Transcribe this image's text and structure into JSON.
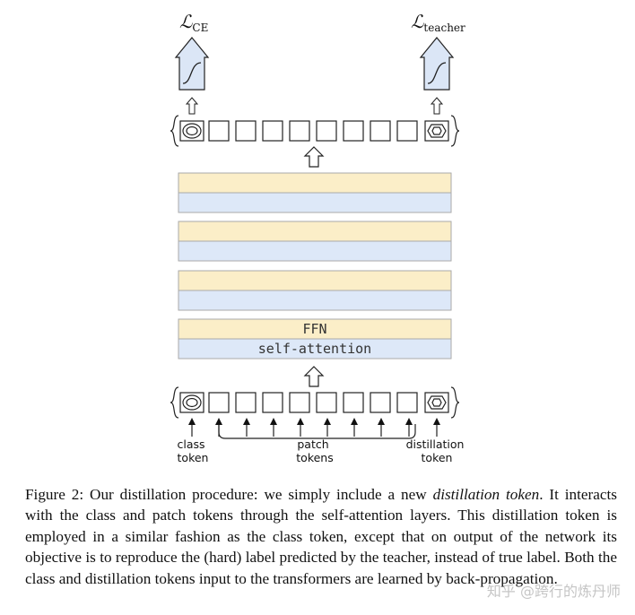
{
  "diagram": {
    "loss_ce": {
      "script": "ℒ",
      "subscript": "CE"
    },
    "loss_teacher": {
      "script": "ℒ",
      "subscript": "teacher"
    },
    "ffn_label": "FFN",
    "attention_label": "self-attention",
    "class_token_label": [
      "class",
      "token"
    ],
    "patch_tokens_label": [
      "patch",
      "tokens"
    ],
    "distillation_token_label": [
      "distillation",
      "token"
    ],
    "layer_colors": {
      "top": "#fbeec8",
      "bottom": "#dde8f8"
    }
  },
  "caption": {
    "prefix": "Figure 2: Our distillation procedure: we simply include a new ",
    "emphasis": "distillation token",
    "suffix": ". It interacts with the class and patch tokens through the self-attention layers. This distillation token is employed in a similar fashion as the class token, except that on output of the network its objective is to reproduce the (hard) label predicted by the teacher, instead of true label.  Both the class and distillation tokens input to the transformers are learned by back-propagation."
  },
  "watermark": "知乎 @跨行的炼丹师"
}
